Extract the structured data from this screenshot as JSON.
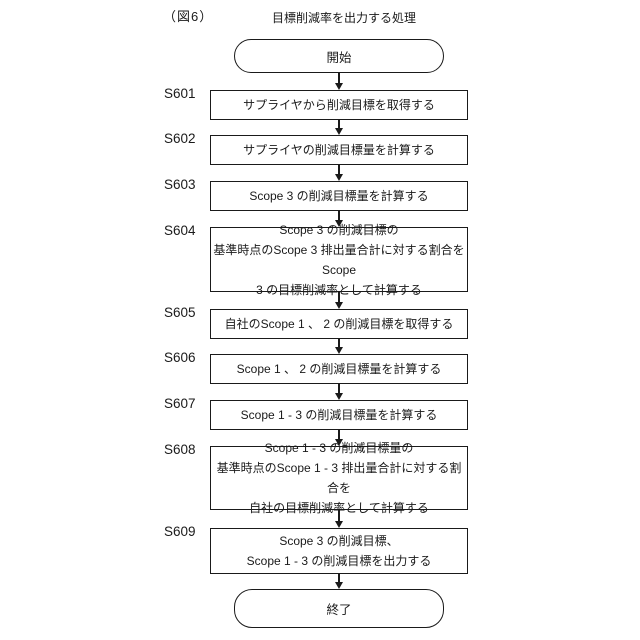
{
  "figure_label": "（図6）",
  "title": "目標削減率を出力する処理",
  "terminals": {
    "start": "開始",
    "end": "終了"
  },
  "colors": {
    "line": "#1a1a1a",
    "background": "#ffffff",
    "text": "#1a1a1a"
  },
  "steps": [
    {
      "id": "S601",
      "lines": [
        "サプライヤから削減目標を取得する"
      ]
    },
    {
      "id": "S602",
      "lines": [
        "サプライヤの削減目標量を計算する"
      ]
    },
    {
      "id": "S603",
      "lines": [
        "Scope 3 の削減目標量を計算する"
      ]
    },
    {
      "id": "S604",
      "lines": [
        "Scope 3 の削減目標の",
        "基準時点のScope 3 排出量合計に対する割合をScope",
        "3 の目標削減率として計算する"
      ]
    },
    {
      "id": "S605",
      "lines": [
        "自社のScope 1 、 2 の削減目標を取得する"
      ]
    },
    {
      "id": "S606",
      "lines": [
        "Scope 1 、 2 の削減目標量を計算する"
      ]
    },
    {
      "id": "S607",
      "lines": [
        "Scope 1 - 3 の削減目標量を計算する"
      ]
    },
    {
      "id": "S608",
      "lines": [
        "Scope 1 - 3 の削減目標量の",
        "基準時点のScope 1 - 3 排出量合計に対する割合を",
        "自社の目標削減率として計算する"
      ]
    },
    {
      "id": "S609",
      "lines": [
        "Scope 3 の削減目標、",
        "Scope 1 - 3 の削減目標を出力する"
      ]
    }
  ]
}
